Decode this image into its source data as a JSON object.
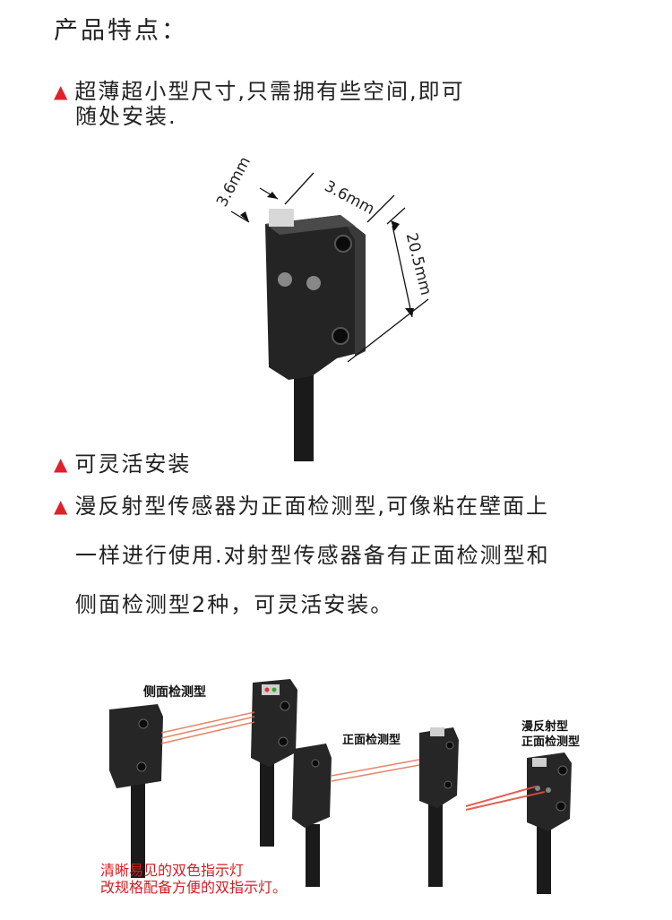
{
  "heading": "产品特点：",
  "bullets": {
    "b1_line1": "超薄超小型尺寸,只需拥有些空间,即可",
    "b1_line2": "随处安装.",
    "b2": "可灵活安装",
    "b3_line1": "漫反射型传感器为正面检测型,可像粘在壁面上",
    "b3_line2": "一样进行使用.对射型传感器备有正面检测型和",
    "b3_line3": "侧面检测型2种，可灵活安装。",
    "marker": "▲"
  },
  "dimensions": {
    "width_a": "3.6mm",
    "width_b": "3.6mm",
    "height": "20.5mm"
  },
  "figure_labels": {
    "side": "侧面检测型",
    "front": "正面检测型",
    "diffuse_line1": "漫反射型",
    "diffuse_line2": "正面检测型"
  },
  "note": {
    "line1": "清晰易见的双色指示灯",
    "line2": "改规格配备方便的双指示灯。"
  },
  "colors": {
    "marker": "#e0202a",
    "note": "#d41d24",
    "sensor_body": "#1c1c1c",
    "beam": "#e07050"
  }
}
